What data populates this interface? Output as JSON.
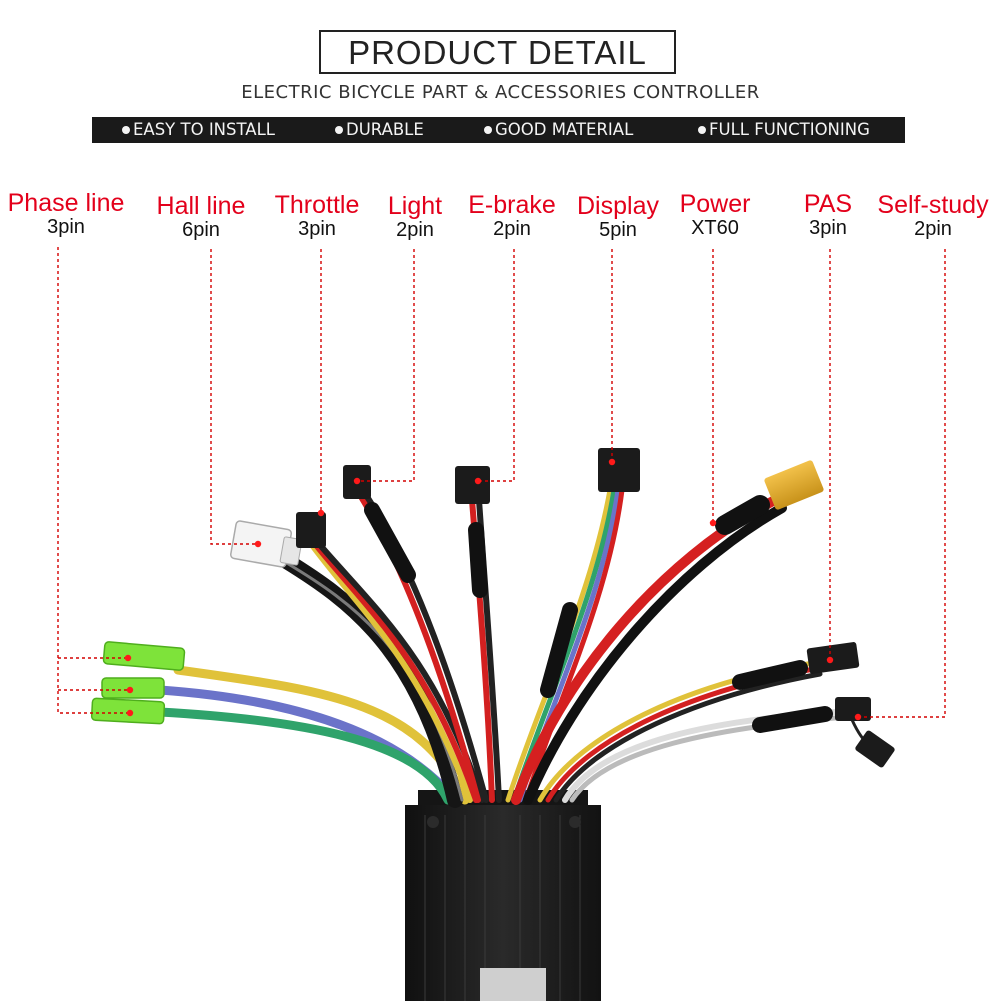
{
  "header": {
    "title": "PRODUCT  DETAIL",
    "subtitle": "ELECTRIC BICYCLE PART & ACCESSORIES CONTROLLER"
  },
  "features": [
    "EASY TO INSTALL",
    "DURABLE",
    "GOOD MATERIAL",
    "FULL FUNCTIONING"
  ],
  "connectors": [
    {
      "name": "Phase line",
      "pins": "3pin"
    },
    {
      "name": "Hall line",
      "pins": "6pin"
    },
    {
      "name": "Throttle",
      "pins": "3pin"
    },
    {
      "name": "Light",
      "pins": "2pin"
    },
    {
      "name": "E-brake",
      "pins": "2pin"
    },
    {
      "name": "Display",
      "pins": "5pin"
    },
    {
      "name": "Power",
      "pins": "XT60"
    },
    {
      "name": "PAS",
      "pins": "3pin"
    },
    {
      "name": "Self-study",
      "pins": "2pin"
    }
  ],
  "colors": {
    "label_red": "#e3001b",
    "leader_line": "#d40000",
    "controller_body": "#1c1c1c",
    "feature_bar": "#1a1a1a"
  }
}
